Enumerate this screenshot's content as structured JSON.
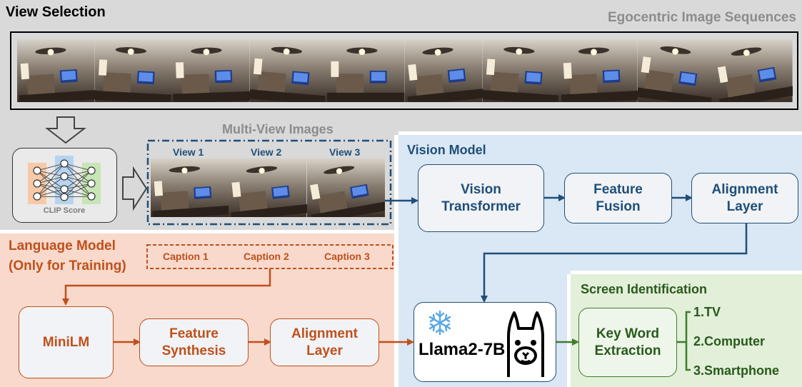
{
  "colors": {
    "view_selection_bg": "#d9d9d9",
    "vision_bg": "#dae7f4",
    "language_bg": "#f8d9cc",
    "screen_bg": "#e2efd9",
    "blue": "#1f4e79",
    "orange": "#c0501b",
    "green": "#3e7d28"
  },
  "view_selection": {
    "title": "View Selection",
    "sequence_title": "Egocentric Image Sequences",
    "clip_label": "CLIP Score"
  },
  "multi_view": {
    "title": "Multi-View Images",
    "views": [
      "View 1",
      "View 2",
      "View 3"
    ]
  },
  "vision_model": {
    "title": "Vision Model",
    "vision_transformer": "Vision\nTransformer",
    "feature_fusion": "Feature\nFusion",
    "alignment_layer": "Alignment\nLayer"
  },
  "language_model": {
    "title_line1": "Language Model",
    "title_line2": "(Only for Training)",
    "captions": [
      "Caption 1",
      "Caption 2",
      "Caption 3"
    ],
    "minilm": "MiniLM",
    "feature_synthesis": "Feature\nSynthesis",
    "alignment_layer": "Alignment\nLayer"
  },
  "llm": {
    "name": "Llama2-7B",
    "frozen_icon": "snowflake-icon"
  },
  "screen_identification": {
    "title": "Screen Identification",
    "keyword_box": "Key Word\nExtraction",
    "items": [
      "1.TV",
      "2.Computer",
      "3.Smartphone"
    ]
  }
}
